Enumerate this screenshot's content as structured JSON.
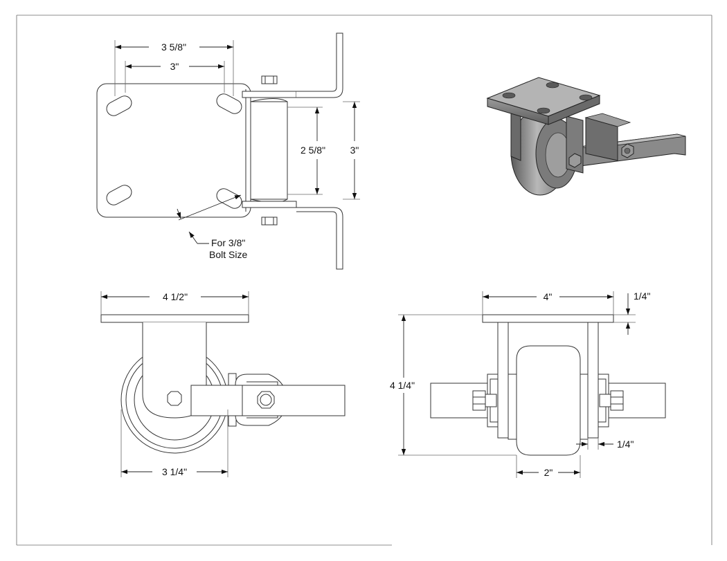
{
  "colors": {
    "line": "#333333",
    "render_dark": "#4a4a4a",
    "render_mid": "#8c8c8c",
    "render_light": "#c8c8c8"
  },
  "top_view": {
    "dim_overall_width": "3 5/8\"",
    "dim_bolt_spacing_width": "3\"",
    "dim_bolt_spacing_height": "2 5/8\"",
    "dim_overall_height": "3\"",
    "bolt_note_line1": "For 3/8\"",
    "bolt_note_line2": "Bolt Size"
  },
  "side_view": {
    "dim_plate_width": "4 1/2\"",
    "dim_wheel_width": "3 1/4\""
  },
  "front_view": {
    "dim_plate_width": "4\"",
    "dim_plate_thickness": "1/4\"",
    "dim_overall_height": "4 1/4\"",
    "dim_leg_thickness": "1/4\"",
    "dim_wheel_face": "2\""
  }
}
